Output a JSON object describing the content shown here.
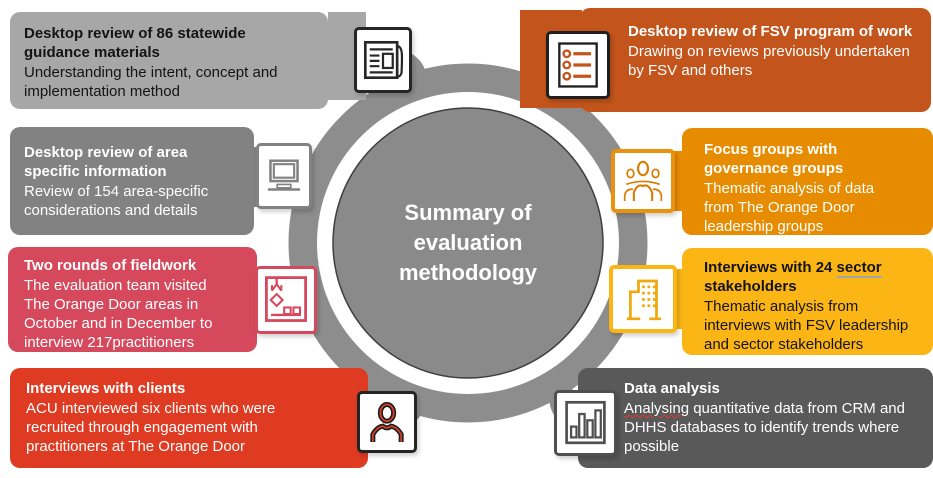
{
  "center_circle": {
    "line1": "Summary of",
    "line2": "evaluation",
    "line3": "methodology",
    "disc_color": "#8A8A8A",
    "ring_color": "#8D8D8D"
  },
  "boxes": {
    "statewide": {
      "title": "Desktop review of 86 statewide guidance materials",
      "body": "Understanding the intent, concept and implementation method",
      "icon": "newspaper-icon",
      "color": "#A7A7A7"
    },
    "area_specific": {
      "title": "Desktop review of area specific information",
      "body": "Review of 154 area-specific considerations and details",
      "icon": "laptop-icon",
      "color": "#828282"
    },
    "fieldwork": {
      "title": "Two rounds of fieldwork",
      "body": "The evaluation team visited The Orange Door areas in October and in December to interview 217practitioners",
      "icon": "fieldwork-crane-icon",
      "color": "#D6495C"
    },
    "clients": {
      "title": "Interviews with clients",
      "body": "ACU interviewed six clients who were recruited through engagement with practitioners at The Orange Door",
      "icon": "person-icon",
      "color": "#DF3A22"
    },
    "fsv_program": {
      "title": "Desktop review of FSV program of work",
      "body": "Drawing on reviews previously undertaken by FSV and others",
      "icon": "bulleted-list-icon",
      "color": "#C3541B"
    },
    "focus_groups": {
      "title": "Focus groups with governance groups",
      "body": "Thematic analysis of data from The Orange Door leadership groups",
      "icon": "people-group-icon",
      "color": "#E78C00"
    },
    "sector_stakeholders": {
      "title_pre": "Interviews with 24 ",
      "title_underlined": "sector",
      "title_post": " stakeholders",
      "body": "Thematic analysis from interviews with FSV leadership and sector stakeholders",
      "icon": "building-icon",
      "color": "#FBB615"
    },
    "data_analysis": {
      "title": "Data analysis",
      "body_flagged_word": "Analysing",
      "body_rest": " quantitative data from CRM and DHHS databases to identify trends where possible",
      "icon": "bar-chart-icon",
      "color": "#595959"
    }
  }
}
